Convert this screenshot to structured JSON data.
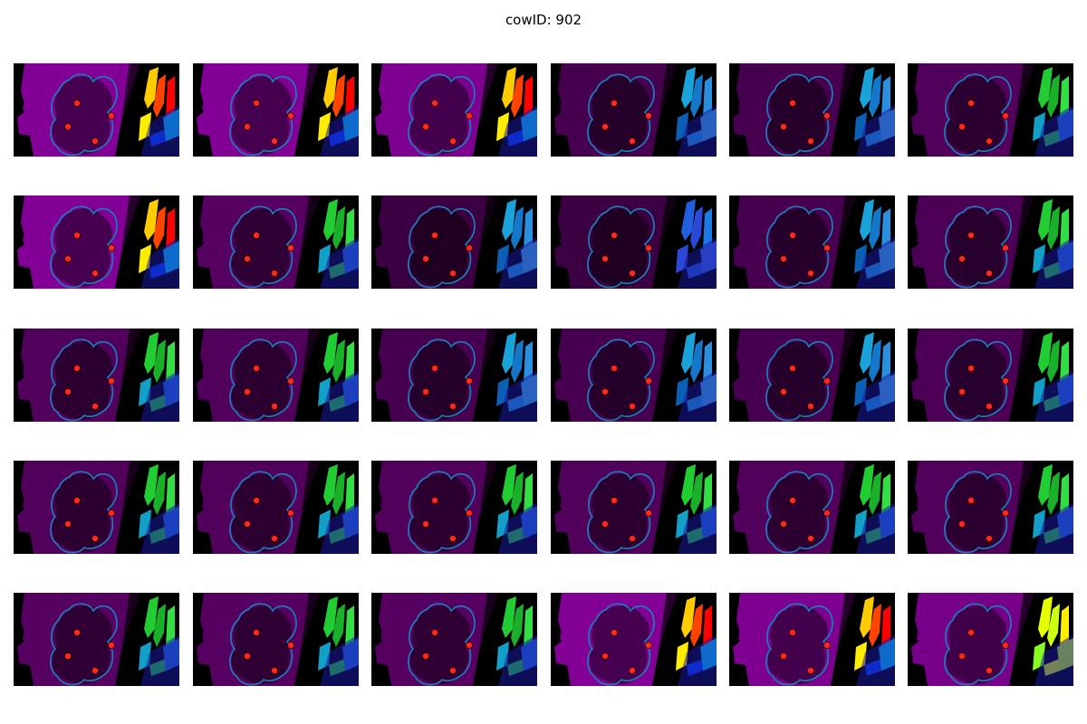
{
  "figure": {
    "title": "cowID: 902"
  },
  "colors": {
    "background": "#000000",
    "outline": "#1f77b4",
    "marker": "#ff2a1a"
  },
  "panels": [
    {
      "r": 0,
      "c": 0,
      "bright": 1.0,
      "stripe": "hot"
    },
    {
      "r": 0,
      "c": 1,
      "bright": 1.0,
      "stripe": "hot"
    },
    {
      "r": 0,
      "c": 2,
      "bright": 0.95,
      "stripe": "hot"
    },
    {
      "r": 0,
      "c": 3,
      "bright": 0.45,
      "stripe": "cyan"
    },
    {
      "r": 0,
      "c": 4,
      "bright": 0.45,
      "stripe": "cyan"
    },
    {
      "r": 0,
      "c": 5,
      "bright": 0.55,
      "stripe": "green"
    },
    {
      "r": 1,
      "c": 0,
      "bright": 1.0,
      "stripe": "hot"
    },
    {
      "r": 1,
      "c": 1,
      "bright": 0.6,
      "stripe": "green"
    },
    {
      "r": 1,
      "c": 2,
      "bright": 0.35,
      "stripe": "cyan"
    },
    {
      "r": 1,
      "c": 3,
      "bright": 0.35,
      "stripe": "blue"
    },
    {
      "r": 1,
      "c": 4,
      "bright": 0.45,
      "stripe": "cyan"
    },
    {
      "r": 1,
      "c": 5,
      "bright": 0.5,
      "stripe": "green"
    },
    {
      "r": 2,
      "c": 0,
      "bright": 0.55,
      "stripe": "green"
    },
    {
      "r": 2,
      "c": 1,
      "bright": 0.55,
      "stripe": "green"
    },
    {
      "r": 2,
      "c": 2,
      "bright": 0.45,
      "stripe": "cyan"
    },
    {
      "r": 2,
      "c": 3,
      "bright": 0.45,
      "stripe": "cyan"
    },
    {
      "r": 2,
      "c": 4,
      "bright": 0.45,
      "stripe": "cyan"
    },
    {
      "r": 2,
      "c": 5,
      "bright": 0.5,
      "stripe": "green"
    },
    {
      "r": 3,
      "c": 0,
      "bright": 0.55,
      "stripe": "green"
    },
    {
      "r": 3,
      "c": 1,
      "bright": 0.55,
      "stripe": "green"
    },
    {
      "r": 3,
      "c": 2,
      "bright": 0.55,
      "stripe": "green"
    },
    {
      "r": 3,
      "c": 3,
      "bright": 0.55,
      "stripe": "green"
    },
    {
      "r": 3,
      "c": 4,
      "bright": 0.55,
      "stripe": "green"
    },
    {
      "r": 3,
      "c": 5,
      "bright": 0.55,
      "stripe": "green"
    },
    {
      "r": 4,
      "c": 0,
      "bright": 0.6,
      "stripe": "green"
    },
    {
      "r": 4,
      "c": 1,
      "bright": 0.6,
      "stripe": "green"
    },
    {
      "r": 4,
      "c": 2,
      "bright": 0.6,
      "stripe": "green"
    },
    {
      "r": 4,
      "c": 3,
      "bright": 1.0,
      "stripe": "hot"
    },
    {
      "r": 4,
      "c": 4,
      "bright": 0.95,
      "stripe": "hot"
    },
    {
      "r": 4,
      "c": 5,
      "bright": 0.9,
      "stripe": "yellow"
    }
  ]
}
